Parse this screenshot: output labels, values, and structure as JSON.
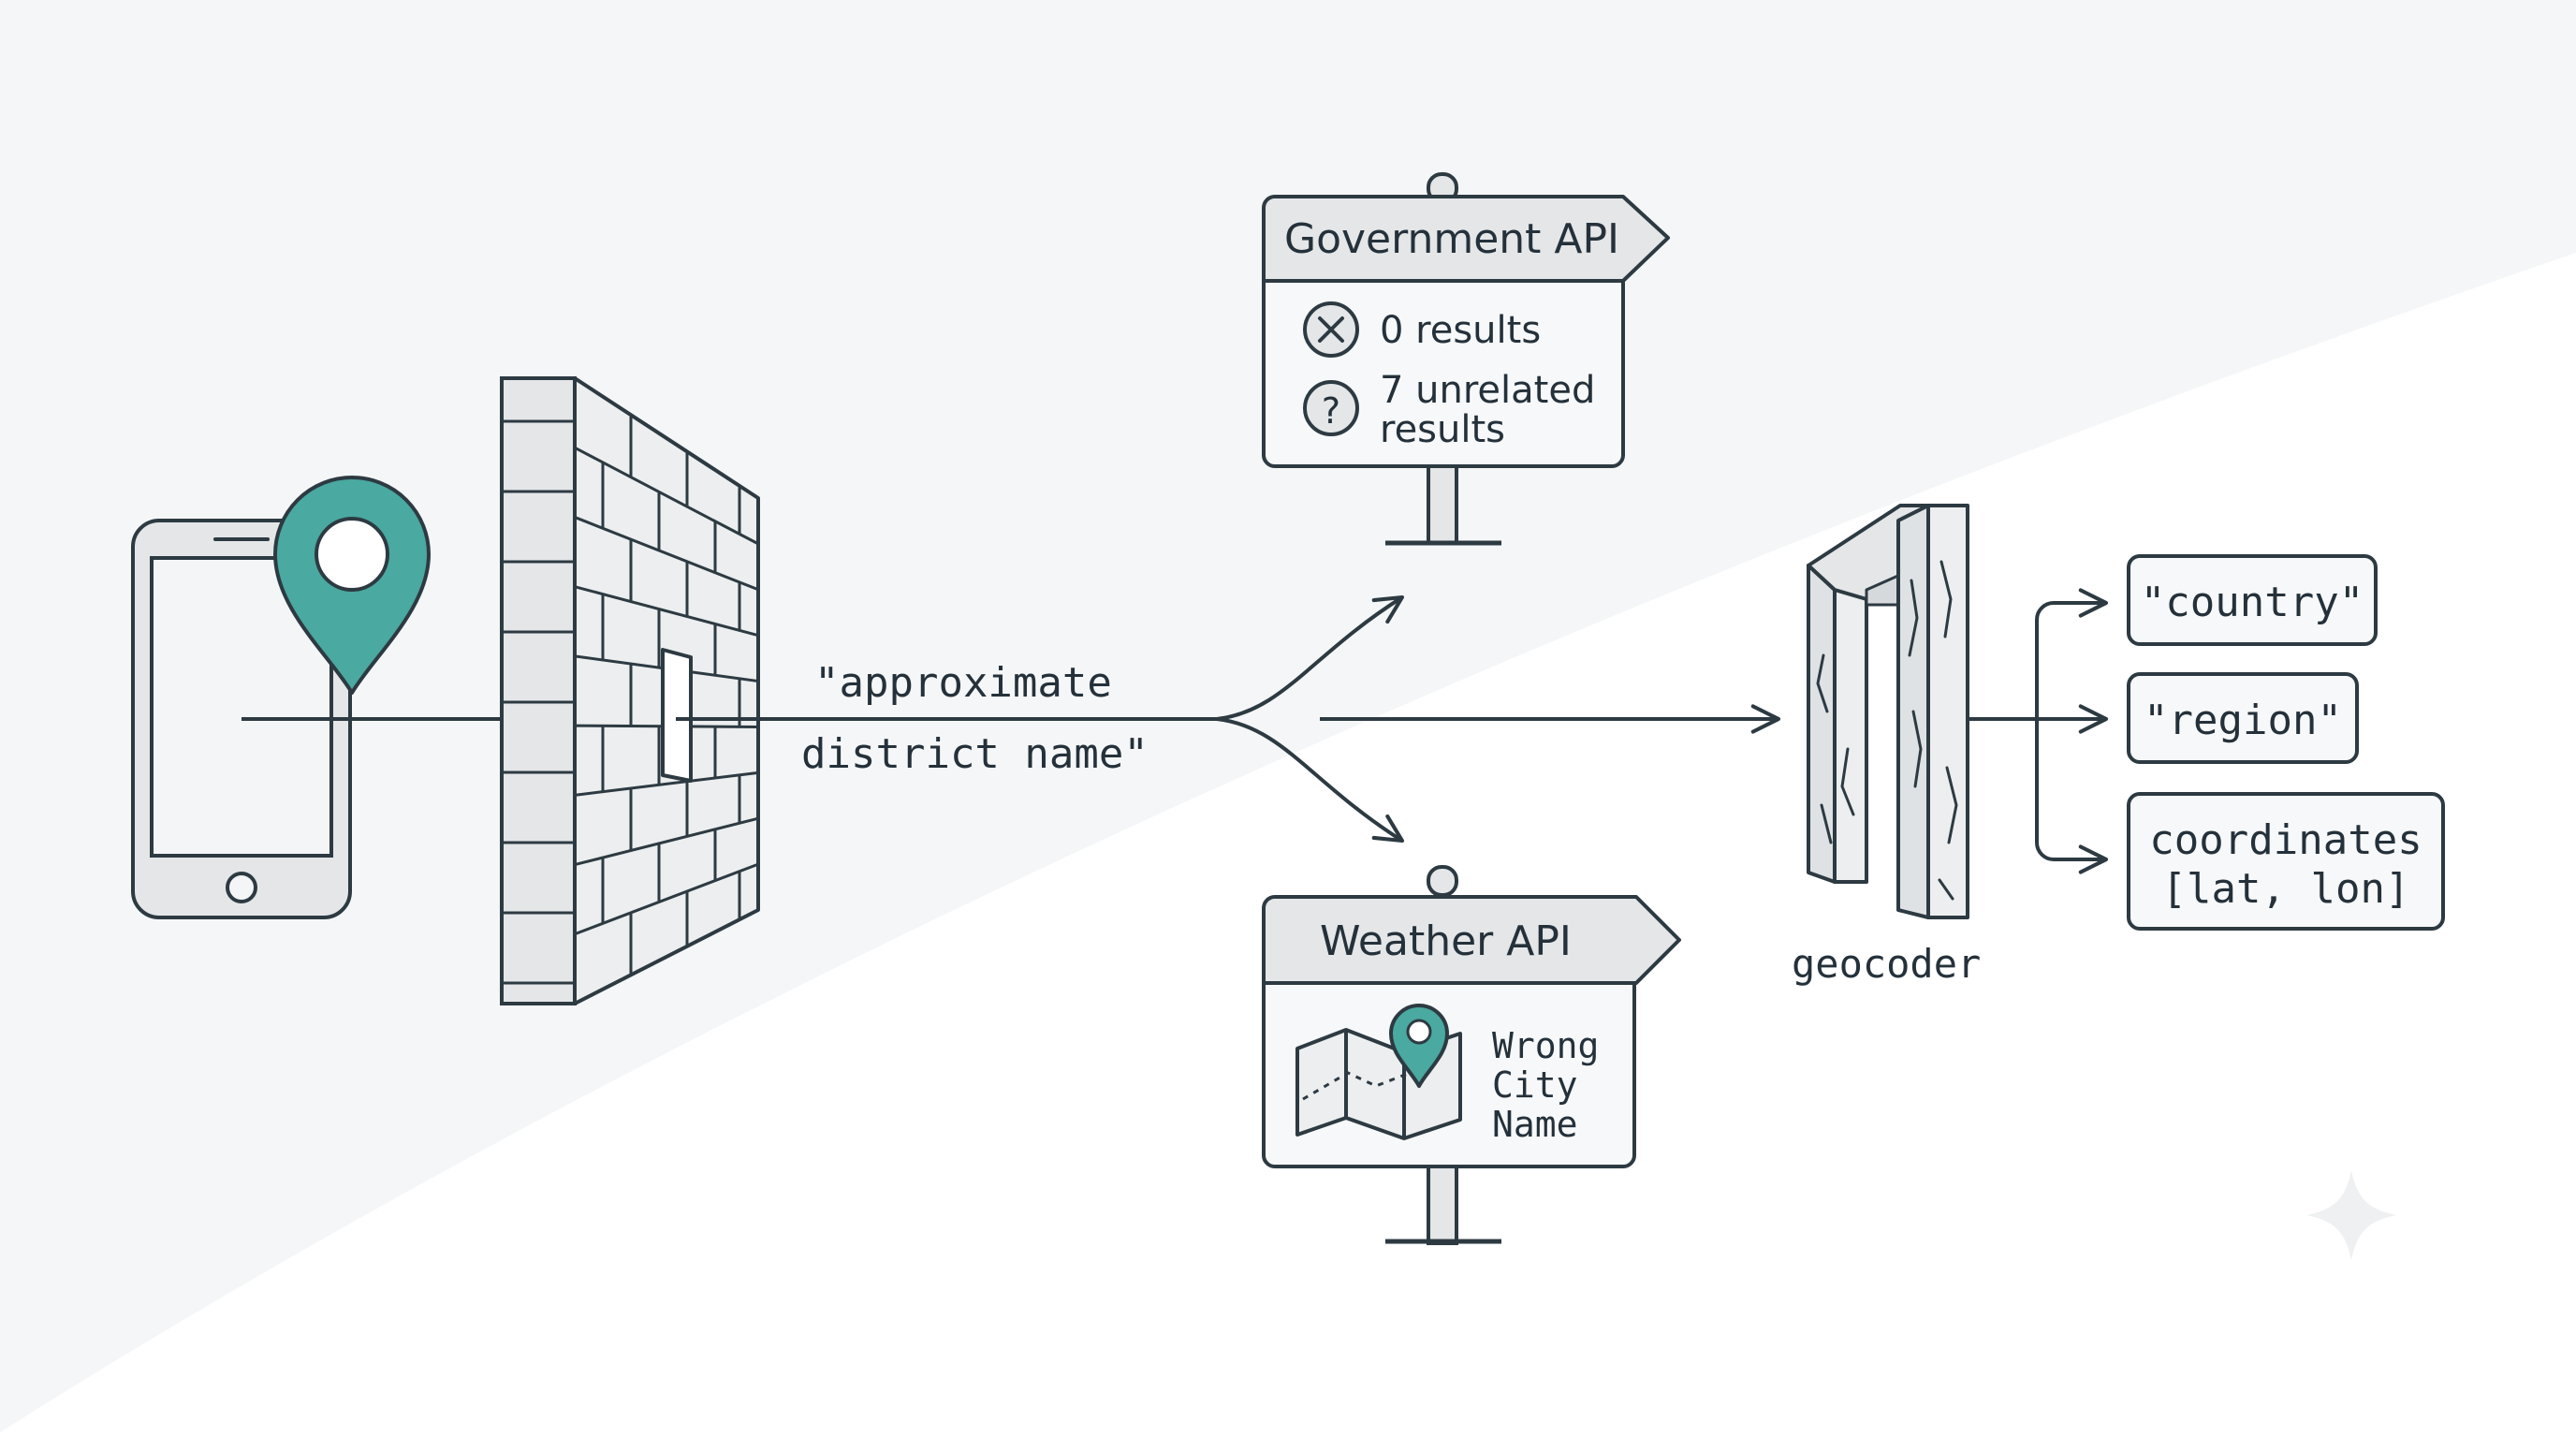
{
  "flow": {
    "query_text_line1": "\"approximate",
    "query_text_line2": "district name\""
  },
  "government_sign": {
    "title": "Government API",
    "items": [
      {
        "icon": "x-circle-icon",
        "line1": "0 results",
        "line2": ""
      },
      {
        "icon": "question-circle-icon",
        "line1": "7 unrelated",
        "line2": "results"
      }
    ]
  },
  "weather_sign": {
    "title": "Weather API",
    "result_lines": [
      "Wrong",
      "City",
      "Name"
    ]
  },
  "geocoder": {
    "label": "geocoder"
  },
  "outputs": {
    "country": "\"country\"",
    "region": "\"region\"",
    "coordinates_line1": "coordinates",
    "coordinates_line2": "[lat, lon]"
  },
  "colors": {
    "accent": "#4aa9a0",
    "stroke": "#2d3a42",
    "panel": "#e3e5e7",
    "background": "#f5f6f7"
  }
}
